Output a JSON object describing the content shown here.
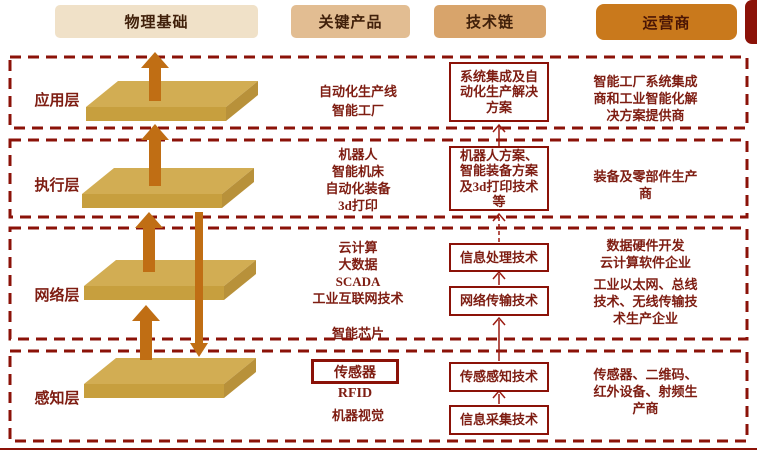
{
  "header": {
    "physical_label": "物理基础",
    "products_label": "关键产品",
    "tech_chain_label": "技术链",
    "operators_label": "运营商"
  },
  "layers": [
    {
      "label": "应用层",
      "products": "自动化生产线\n智能工厂",
      "tech": "系统集成及自\n动化生产解决\n方案",
      "operators": "智能工厂系统集成\n商和工业智能化解\n决方案提供商"
    },
    {
      "label": "执行层",
      "products": "机器人\n智能机床\n自动化装备\n3d打印",
      "tech": "机器人方案、\n智能装备方案\n及3d打印技术\n等",
      "operators": "装备及零部件生产\n商"
    },
    {
      "label": "网络层",
      "products": "云计算\n大数据\nSCADA\n工业互联网技术\n\n智能芯片",
      "tech_upper": "信息处理技术",
      "tech_lower": "网络传输技术",
      "operators_upper": "数据硬件开发\n云计算软件企业",
      "operators_lower": "工业以太网、总线\n技术、无线传输技\n术生产企业"
    },
    {
      "label": "感知层",
      "product_boxed": "传感器",
      "product_line_1": "RFID",
      "product_line_2": "机器视觉",
      "tech_upper": "传感感知技术",
      "tech_lower": "信息采集技术",
      "operators": "传感器、二维码、\n红外设备、射频生\n产商"
    }
  ],
  "colors": {
    "border_red": "#8b1208",
    "text_maroon": "#7e1d12",
    "arrow_orange": "#c06e14",
    "platform_top": "#d2ad53",
    "platform_front": "#c79f3e",
    "platform_side": "#b8913a",
    "header_fill_physical": "#f0e1c8",
    "header_fill_products": "#e2bd92",
    "header_fill_tech": "#d8a46b",
    "header_fill_operators": "#c9791c"
  }
}
